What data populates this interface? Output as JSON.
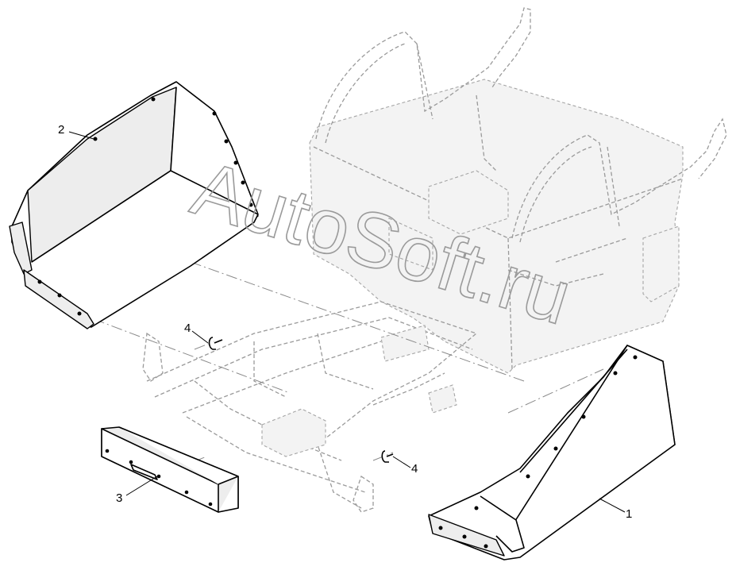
{
  "diagram": {
    "callouts": [
      {
        "id": "c1",
        "label": "1"
      },
      {
        "id": "c2",
        "label": "2"
      },
      {
        "id": "c3",
        "label": "3"
      },
      {
        "id": "c4a",
        "label": "4"
      },
      {
        "id": "c4b",
        "label": "4"
      }
    ],
    "watermark": "AutoSoft.ru"
  }
}
